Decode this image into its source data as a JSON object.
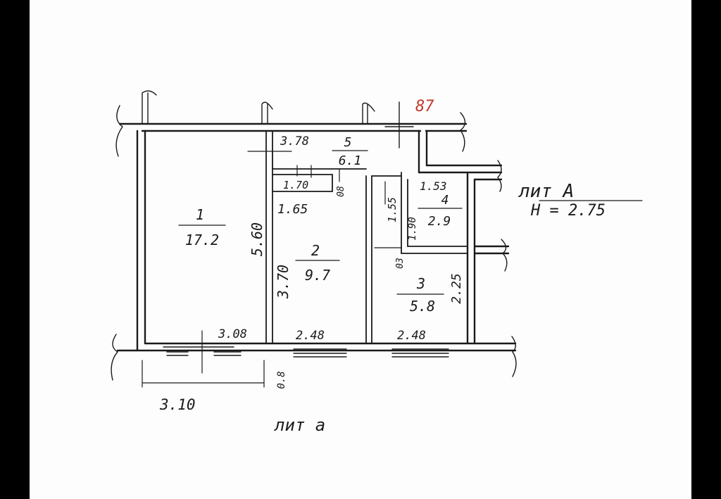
{
  "sheet_number": "87",
  "building_label_right": "лит А",
  "ceiling_height": "Н = 2.75",
  "building_label_bottom": "лит а",
  "rooms": [
    {
      "number": "1",
      "area": "17.2"
    },
    {
      "number": "2",
      "area": "9.7"
    },
    {
      "number": "3",
      "area": "5.8"
    },
    {
      "number": "4",
      "area": "2.9"
    },
    {
      "number": "5",
      "area": "6.1"
    }
  ],
  "dimensions": {
    "d_5_60": "5.60",
    "d_3_70": "3.70",
    "d_3_78": "3.78",
    "d_1_65": "1.65",
    "d_1_70": "1.70",
    "d_1_53": "1.53",
    "d_1_55": "1.55",
    "d_1_90": "1.90",
    "d_2_25": "2.25",
    "d_3_08": "3.08",
    "d_2_48a": "2.48",
    "d_2_48b": "2.48",
    "d_3_10": "3.10",
    "d_0_8": "0.8",
    "d_08": "08",
    "d_03": "03"
  },
  "colors": {
    "ink": "#1a1a1a",
    "red_ink": "#c0392b",
    "paper": "#fdfdfd",
    "frame": "#000000"
  }
}
